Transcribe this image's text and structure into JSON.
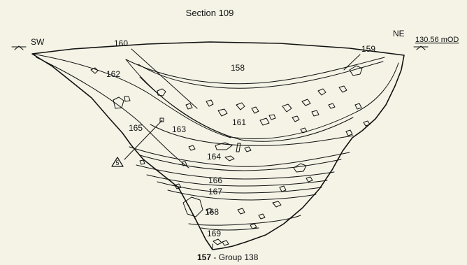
{
  "title": "Section 109",
  "orientation": {
    "left": "SW",
    "right": "NE"
  },
  "datum": "130.56 mOD",
  "contexts": [
    "158",
    "159",
    "160",
    "161",
    "162",
    "163",
    "164",
    "165",
    "166",
    "167",
    "168",
    "169"
  ],
  "sample_marker": "5",
  "cut": {
    "number": "157",
    "group": " - Group 138"
  },
  "colors": {
    "background": "#f4f3e6",
    "ink": "#111111"
  }
}
